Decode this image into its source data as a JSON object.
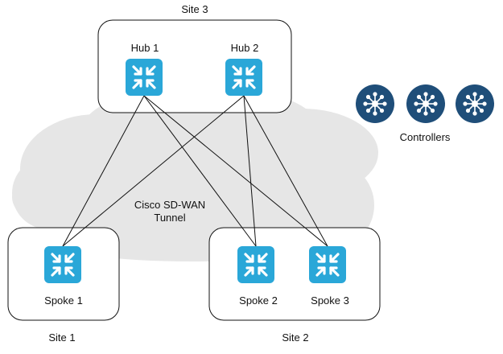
{
  "sites": {
    "site3": "Site 3",
    "site1": "Site 1",
    "site2": "Site 2"
  },
  "hubs": [
    {
      "label": "Hub 1"
    },
    {
      "label": "Hub 2"
    }
  ],
  "spokes": [
    {
      "label": "Spoke 1"
    },
    {
      "label": "Spoke 2"
    },
    {
      "label": "Spoke 3"
    }
  ],
  "controllers": {
    "label": "Controllers",
    "count": 3
  },
  "tunnel": {
    "line1": "Cisco SD-WAN",
    "line2": "Tunnel"
  },
  "colors": {
    "router": "#2aa7d8",
    "controller": "#1f4e79",
    "cloud": "#e6e6e6",
    "box_stroke": "#111111",
    "link": "#111111"
  },
  "icons": {
    "router": "router-icon",
    "controller": "controller-icon"
  }
}
